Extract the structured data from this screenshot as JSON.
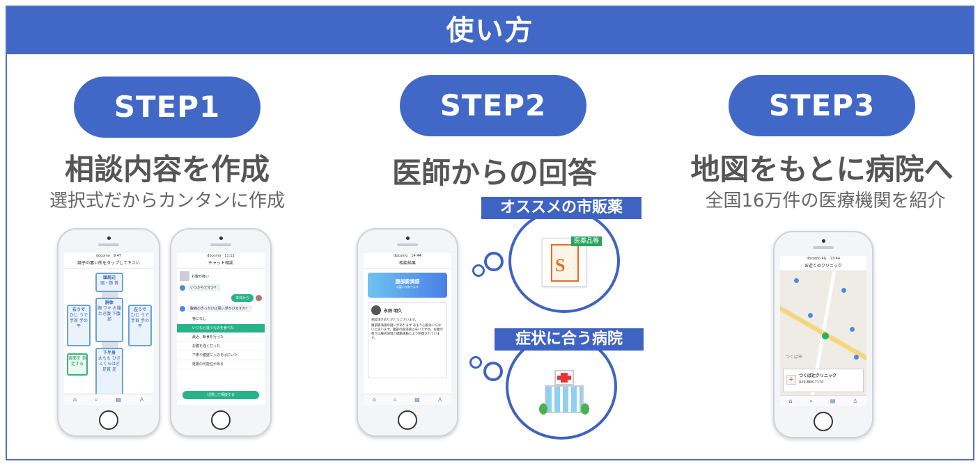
{
  "header": {
    "title": "使い方"
  },
  "steps": [
    {
      "badge": "STEP1",
      "title": "相談内容を作成",
      "subtitle": "選択式だからカンタンに作成"
    },
    {
      "badge": "STEP2",
      "title": "医師からの回答",
      "subtitle": ""
    },
    {
      "badge": "STEP3",
      "title": "地図をもとに病院へ",
      "subtitle": "全国16万件の医療機関を紹介"
    }
  ],
  "step2": {
    "tag_medicine": "オススメの市販薬",
    "tag_hospital": "症状に合う病院",
    "medicine_badge": "医薬品等"
  },
  "phone1": {
    "carrier": "docomo",
    "time": "9:47",
    "title": "調子の悪い所をタップして下さい",
    "parts": {
      "head": "頭周辺",
      "head_sub": "頭・顔 首",
      "torso": "胴体",
      "torso_sub": "胸 ワキ お腹 わき腹 下腹部",
      "right_arm": "右うで",
      "right_arm_sub": "ひじ うで 手首 手の平",
      "left_arm": "左うで",
      "left_arm_sub": "ひじ うで 手首 手の平",
      "lower": "下半身",
      "lower_sub": "太もも ひざ ふくらはぎ 足首 足",
      "back": "背面を 指定する"
    }
  },
  "phone2": {
    "carrier": "docomo",
    "time": "11:11",
    "title": "チャット相談",
    "complaint": "お腹が痛い",
    "q1": "いつからですか？",
    "a1": "本日から",
    "q2": "腹痛のきっかけは思い浮かびますか？",
    "options": [
      "特になし",
      "いつもと違うものを食べた",
      "最近、断食を行った",
      "お腹を強く打った",
      "下痢や腹壁に入のそばにいた",
      "妊娠の可能性がある"
    ],
    "submit": "仕問して相談する"
  },
  "phone3": {
    "carrier": "docomo",
    "time": "14:44",
    "title": "相談結果",
    "card_title": "腹部膨満感",
    "card_sub": "の疑いがあります",
    "doctor_name": "永田 明久",
    "thanks": "相談頂きありがとうございます。",
    "answer": "腹部膨満感の疑いがあります あまり心配はいらないと思います。腹部の膨満感は辛いですね。お腹の張りは腸内環境と蠕動運動により制御されています。"
  },
  "phone4": {
    "carrier": "docomo 4G",
    "time": "13:44",
    "title": "お近くのクリニック",
    "map_label": "つくば市",
    "clinic_name": "つくば辻クリニック",
    "clinic_phone": "029-868-7170"
  }
}
